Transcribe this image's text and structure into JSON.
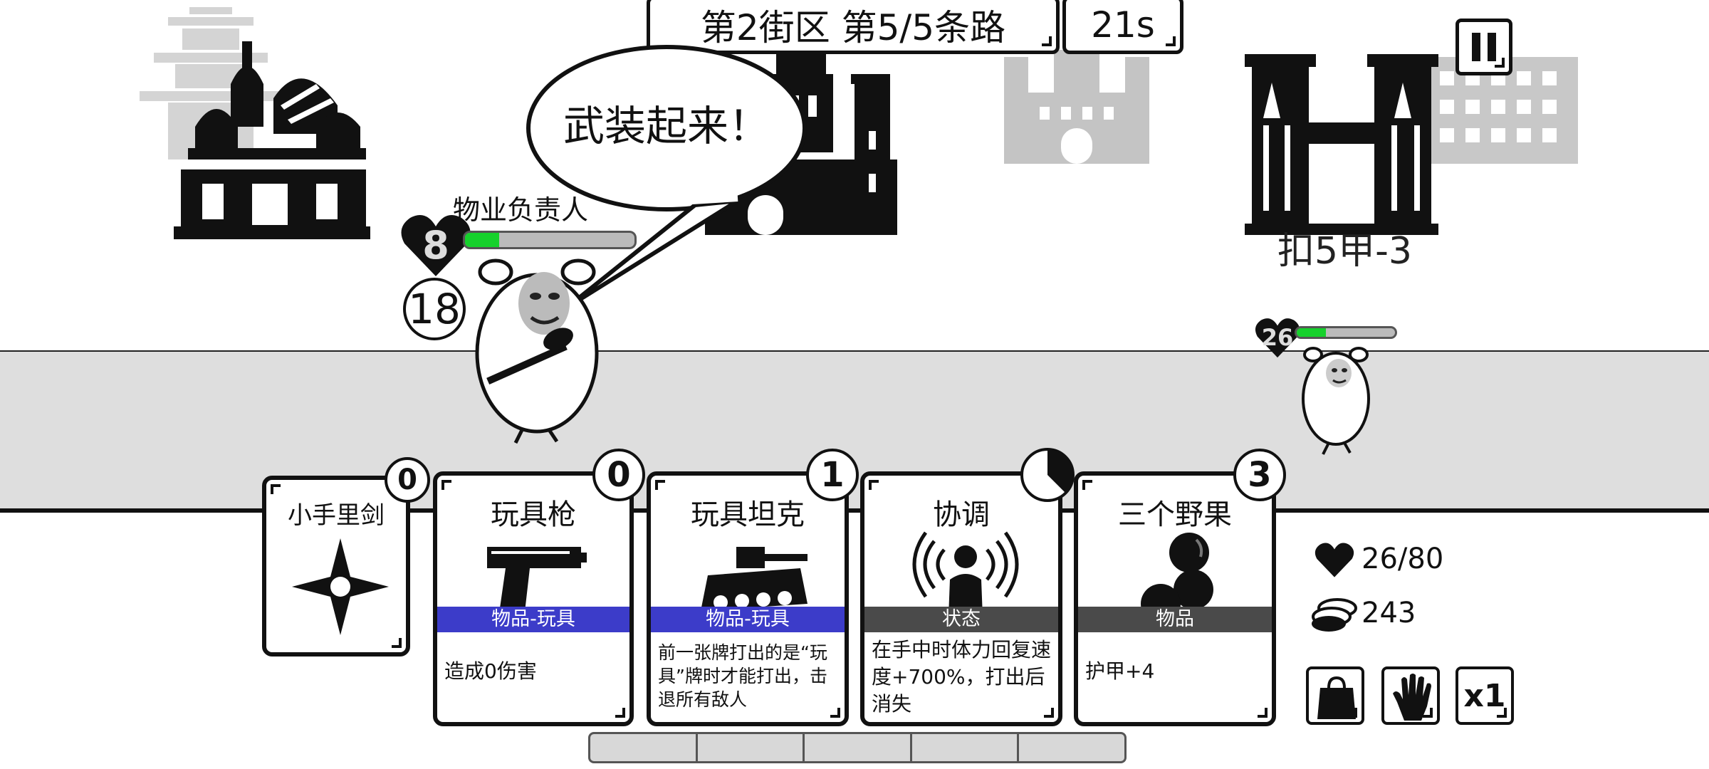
{
  "hud": {
    "level_label": "第2街区 第5/5条路",
    "timer": "21s"
  },
  "speech_bubble": {
    "text": "武装起来！"
  },
  "enemies": [
    {
      "name": "物业负责人",
      "hp": "8",
      "hp_fraction": 0.2,
      "armor": "18"
    },
    {
      "name": "",
      "hp": "26",
      "hp_fraction": 0.3
    }
  ],
  "effect_text": "扣5甲-3",
  "cards": [
    {
      "title": "小手里剑",
      "cost": "0",
      "type": "",
      "desc": "",
      "icon": "shuriken-icon"
    },
    {
      "title": "玩具枪",
      "cost": "0",
      "type": "物品-玩具",
      "desc": "造成0伤害",
      "icon": "pistol-icon"
    },
    {
      "title": "玩具坦克",
      "cost": "1",
      "type": "物品-玩具",
      "desc": "前一张牌打出的是“玩具”牌时才能打出，击退所有敌人",
      "icon": "tank-icon"
    },
    {
      "title": "协调",
      "cost": "",
      "type": "状态",
      "desc": "在手中时体力回复速度+700%，打出后消失",
      "icon": "broadcast-person-icon"
    },
    {
      "title": "三个野果",
      "cost": "3",
      "type": "物品",
      "desc": "护甲+4",
      "icon": "berries-icon"
    }
  ],
  "player": {
    "health": "26/80",
    "coins": "243"
  },
  "controls": {
    "speed": "x1"
  },
  "colors": {
    "toy_band": "#3c3cc9",
    "status_band": "#4a4a4a",
    "hp_fill": "#16d12c",
    "road": "#dedede"
  }
}
